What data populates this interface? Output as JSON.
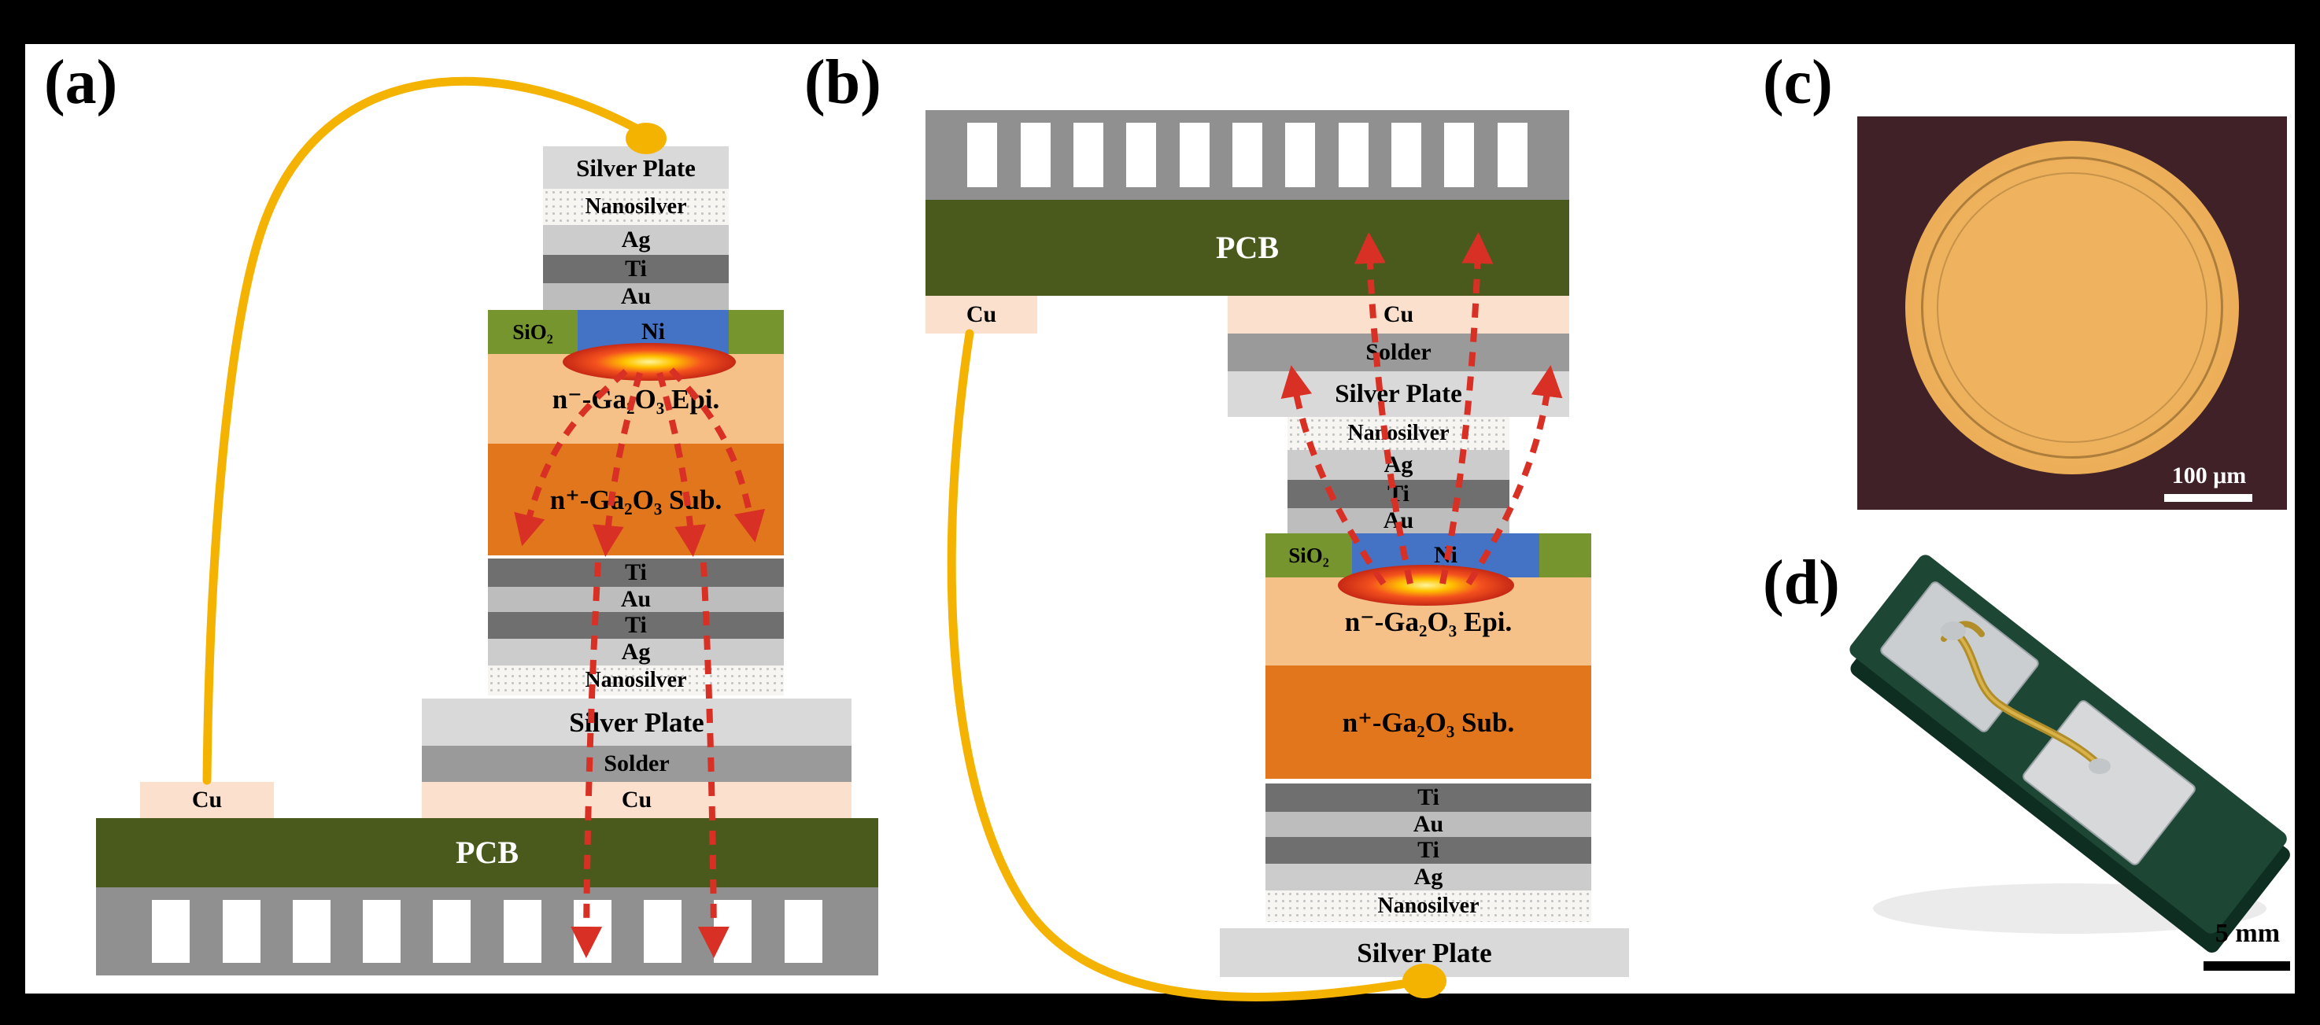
{
  "figure": {
    "panel_a_label": "(a)",
    "panel_b_label": "(b)",
    "panel_c_label": "(c)",
    "panel_d_label": "(d)"
  },
  "labels": {
    "silver_plate": "Silver Plate",
    "nanosilver": "Nanosilver",
    "ag": "Ag",
    "ti": "Ti",
    "au": "Au",
    "sio2": "SiO₂",
    "ni": "Ni",
    "epi": "n⁻-Ga₂O₃ Epi.",
    "sub": "n⁺-Ga₂O₃ Sub.",
    "solder": "Solder",
    "cu": "Cu",
    "pcb": "PCB"
  },
  "panel_c": {
    "scale_bar": "100 μm"
  },
  "panel_d": {
    "scale_bar": "5 mm"
  },
  "colors": {
    "bond_wire_yellow": "#F5B301",
    "heat_arrow_red": "#D93025",
    "pcb_green": "#4A5A1D",
    "sio2_green": "#76952F",
    "ni_blue": "#4472C4",
    "epi_light_orange": "#F5C189",
    "sub_dark_orange": "#E2761C",
    "cu_peach": "#FBE1CD",
    "solder_gray": "#9A9A9A",
    "ti_gray": "#6F6F6F",
    "silver_plate_gray": "#D9D9D9",
    "heatsink_gray": "#909090",
    "wafer_gold": "#E9A850",
    "microscope_bg_maroon": "#402127"
  }
}
